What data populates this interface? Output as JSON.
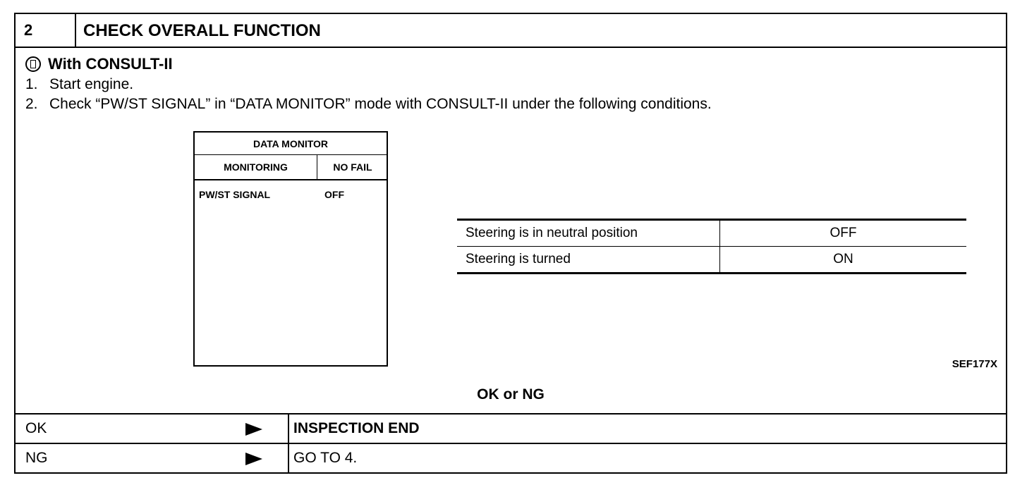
{
  "header": {
    "step_number": "2",
    "title": "CHECK OVERALL FUNCTION"
  },
  "method": {
    "icon": "consult-icon",
    "label": "With CONSULT-II"
  },
  "steps": [
    {
      "num": "1.",
      "text": "Start engine."
    },
    {
      "num": "2.",
      "text": "Check “PW/ST SIGNAL” in “DATA MONITOR” mode with CONSULT-II under the following conditions."
    }
  ],
  "data_monitor": {
    "title": "DATA MONITOR",
    "col_left": "MONITORING",
    "col_right": "NO FAIL",
    "item": "PW/ST SIGNAL",
    "value": "OFF"
  },
  "conditions": [
    {
      "condition": "Steering is in neutral position",
      "value": "OFF"
    },
    {
      "condition": "Steering is turned",
      "value": "ON"
    }
  ],
  "figure_code": "SEF177X",
  "ok_or_ng": "OK or NG",
  "results": [
    {
      "key": "OK",
      "action": "INSPECTION END"
    },
    {
      "key": "NG",
      "action": "GO TO 4."
    }
  ]
}
